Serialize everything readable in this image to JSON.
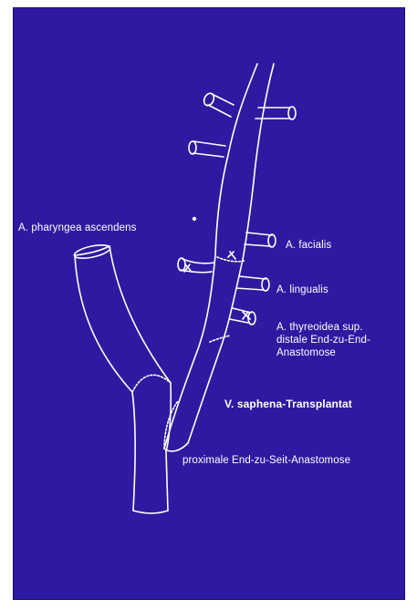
{
  "labels": {
    "pharyngea": "A. pharyngea ascendens",
    "facialis": "A. facialis",
    "lingualis": "A. lingualis",
    "thyreoidea_line1": "A. thyreoidea sup.",
    "thyreoidea_line2": "distale End-zu-End-",
    "thyreoidea_line3": "Anastomose",
    "saphena": "V. saphena-Transplantat",
    "proximale": "proximale End-zu-Seit-Anastomose"
  },
  "colors": {
    "background": "#2e1aa0",
    "lines": "#ffffff"
  }
}
